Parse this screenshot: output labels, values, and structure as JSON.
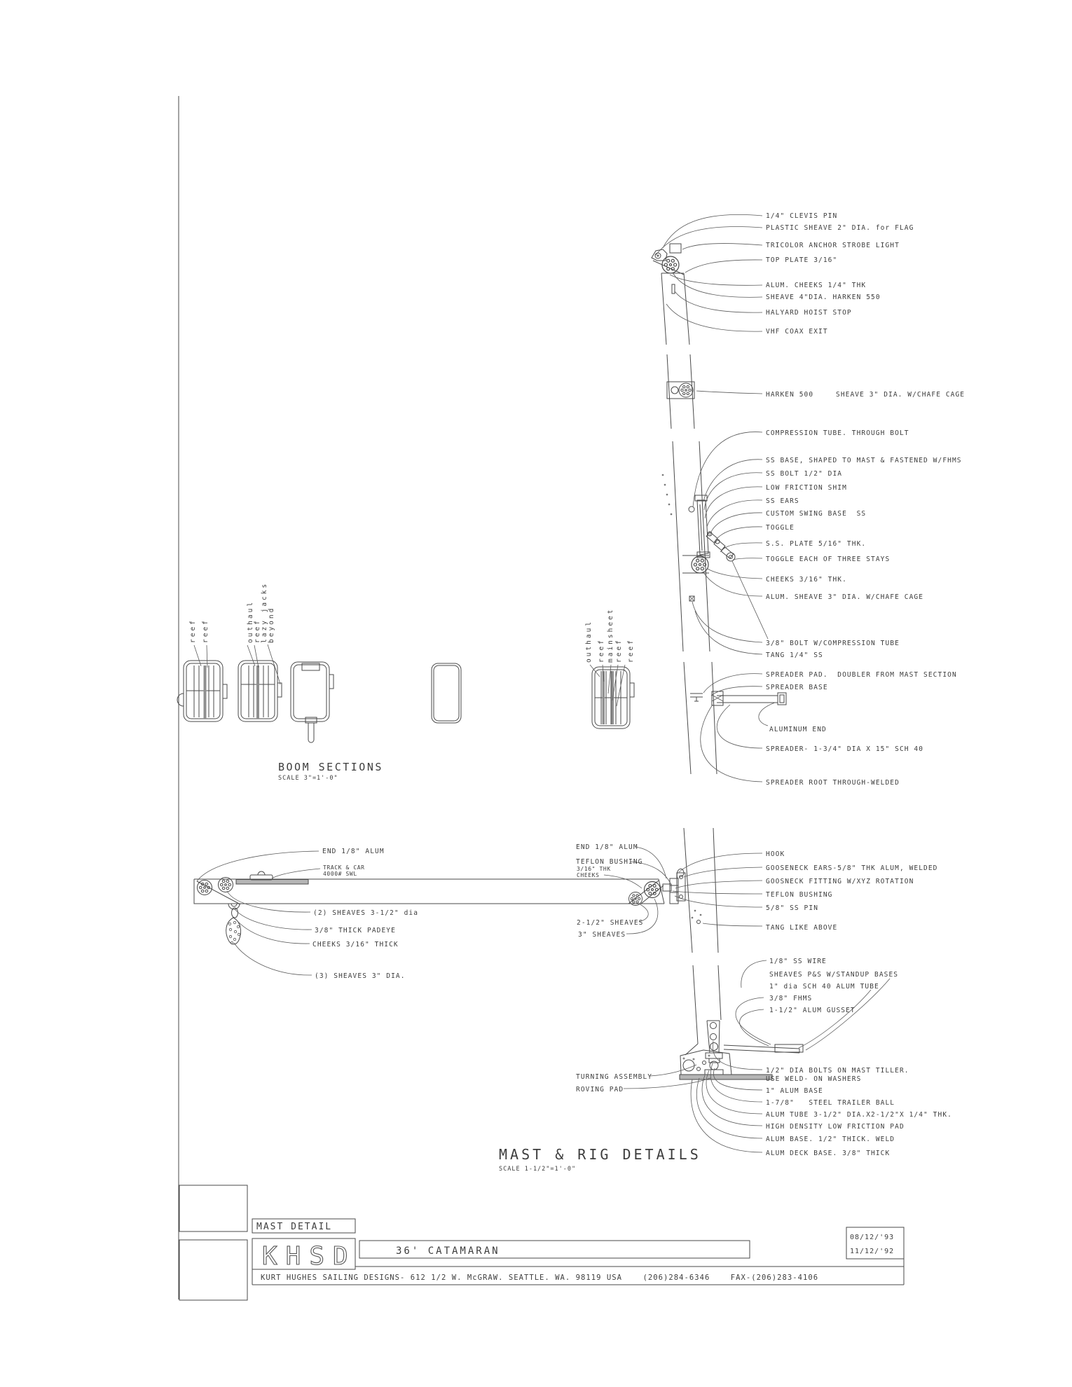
{
  "colors": {
    "line": "#4a4a4a",
    "text": "#3d3d3d",
    "gray_fill": "#b5b5b5"
  },
  "labels": {
    "masthead": [
      "1/4\" CLEVIS PIN",
      "PLASTIC SHEAVE 2\" DIA. for FLAG",
      "TRICOLOR ANCHOR STROBE LIGHT",
      "TOP PLATE 3/16\"",
      "ALUM. CHEEKS 1/4\" THK",
      "SHEAVE 4\"DIA. HARKEN 550",
      "HALYARD HOIST STOP",
      "VHF COAX EXIT"
    ],
    "harken_part": "HARKEN 500",
    "harken_desc": "SHEAVE 3\" DIA. W/CHAFE CAGE",
    "swing": [
      "COMPRESSION TUBE. THROUGH BOLT",
      "SS BASE, SHAPED TO MAST & FASTENED W/FHMS",
      "SS BOLT 1/2\" DIA",
      "LOW FRICTION SHIM",
      "SS EARS",
      "CUSTOM SWING BASE  SS",
      "TOGGLE",
      "S.S. PLATE 5/16\" THK.",
      "TOGGLE EACH OF THREE STAYS",
      "CHEEKS 3/16\" THK."
    ],
    "mid": [
      "ALUM. SHEAVE 3\" DIA. W/CHAFE CAGE",
      "3/8\" BOLT W/COMPRESSION TUBE",
      "TANG 1/4\" SS"
    ],
    "spreader": [
      "SPREADER PAD.  DOUBLER FROM MAST SECTION",
      "SPREADER BASE",
      "ALUMINUM END",
      "SPREADER- 1-3/4\" DIA X 15\" SCH 40"
    ],
    "spreader_root": "SPREADER ROOT THROUGH-WELDED",
    "boom_left": [
      "END 1/8\" ALUM",
      "TRACK & CAR",
      "4000# SWL",
      "(2) SHEAVES 3-1/2\" dia",
      "3/8\" THICK PADEYE",
      "CHEEKS 3/16\" THICK",
      "(3) SHEAVES 3\" DIA."
    ],
    "boom_right": [
      "END 1/8\" ALUM",
      "TEFLON BUSHING",
      "3/16\" THK",
      "CHEEKS",
      "2-1/2\" SHEAVES",
      "3\" SHEAVES"
    ],
    "gooseneck": [
      "HOOK",
      "GOOSENECK EARS-5/8\" THK ALUM, WELDED",
      "GOOSNECK FITTING W/XYZ ROTATION",
      "TEFLON BUSHING",
      "5/8\" SS PIN",
      "TANG LIKE ABOVE"
    ],
    "turning_upper": [
      "1/8\" SS WIRE",
      "SHEAVES P&S W/STANDUP BASES",
      "1\" dia SCH 40 ALUM TUBE",
      "3/8\" FHMS",
      "1-1/2\" ALUM GUSSET"
    ],
    "turning_left": [
      "TURNING ASSEMBLY",
      "ROVING PAD"
    ],
    "turning_lower": [
      "1/2\" DIA BOLTS ON MAST TILLER.",
      "USE WELD- ON WASHERS",
      "1\" ALUM BASE",
      "1-7/8\"   STEEL TRAILER BALL",
      "ALUM TUBE 3-1/2\" DIA.X2-1/2\"X 1/4\" THK.",
      "HIGH DENSITY LOW FRICTION PAD",
      "ALUM BASE. 1/2\" THICK. WELD",
      "ALUM DECK BASE. 3/8\" THICK"
    ]
  },
  "boom_sections": {
    "title": "BOOM SECTIONS",
    "scale": "SCALE 3\"=1'-0\"",
    "s1": [
      "reef",
      "reef"
    ],
    "s2": [
      "outhaul",
      "reef",
      "lazy jacks",
      "beyond"
    ],
    "s3": [
      "outhaul",
      "reef",
      "mainsheet",
      "reef",
      "reef"
    ]
  },
  "main_title": {
    "title": "MAST & RIG DETAILS",
    "scale": "SCALE 1-1/2\"=1'-0\""
  },
  "title_block": {
    "detail": "MAST DETAIL",
    "logo": "KHSD",
    "boat": "36' CATAMARAN",
    "address": "KURT HUGHES SAILING DESIGNS- 612 1/2 W. McGRAW. SEATTLE. WA. 98119 USA    (206)284-6346    FAX-(206)283-4106",
    "dates": [
      "08/12/'93",
      "11/12/'92"
    ]
  }
}
